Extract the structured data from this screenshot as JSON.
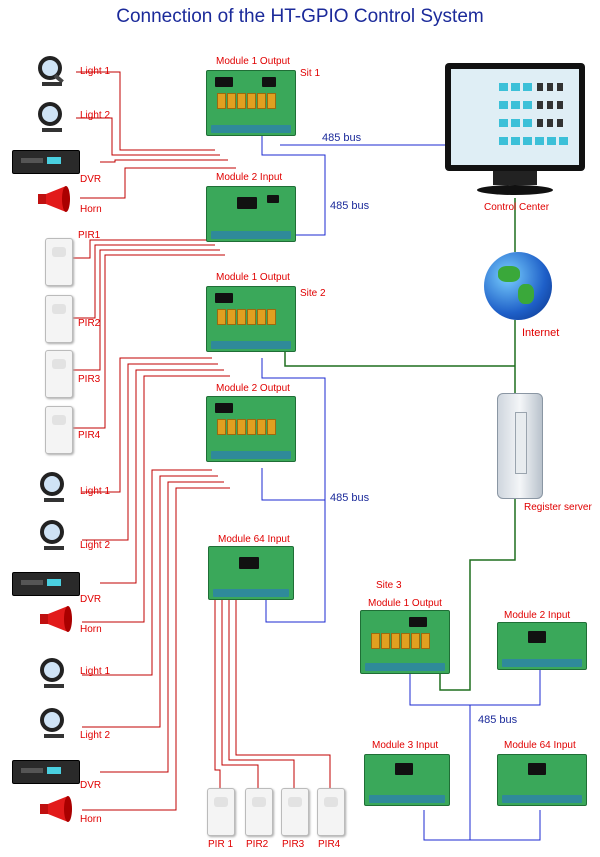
{
  "title": "Connection of the HT-GPIO Control System",
  "site1": {
    "site_label": "Sit 1",
    "module_output": "Module 1 Output",
    "module_input": "Module 2 Input",
    "devices": [
      "Light 1",
      "Light 2",
      "DVR",
      "Horn"
    ],
    "pirs": [
      "PIR1",
      "PIR2",
      "PIR3",
      "PIR4"
    ]
  },
  "site2": {
    "site_label": "Site 2",
    "module_output1": "Module 1 Output",
    "module_output2": "Module 2 Output",
    "module_input64": "Module 64 Input",
    "devices_a": [
      "Light 1",
      "Light 2",
      "DVR",
      "Horn"
    ],
    "devices_b": [
      "Light 1",
      "Light 2",
      "DVR",
      "Horn"
    ],
    "pirs": [
      "PIR 1",
      "PIR2",
      "PIR3",
      "PIR4"
    ]
  },
  "site3": {
    "site_label": "Site 3",
    "module_output1": "Module 1 Output",
    "module_input2": "Module 2 Input",
    "module_input3": "Module 3 Input",
    "module_input64": "Module 64 Input"
  },
  "bus_label": "485  bus",
  "control_center": "Control Center",
  "internet": "Internet",
  "register_server": "Register server",
  "colors": {
    "title": "#1b2a9a",
    "label": "#e00000",
    "bus_wire": "#1b2ad0",
    "net_wire": "#1e6e1e",
    "device_wire": "#c00000",
    "board": "#3aa85a"
  }
}
